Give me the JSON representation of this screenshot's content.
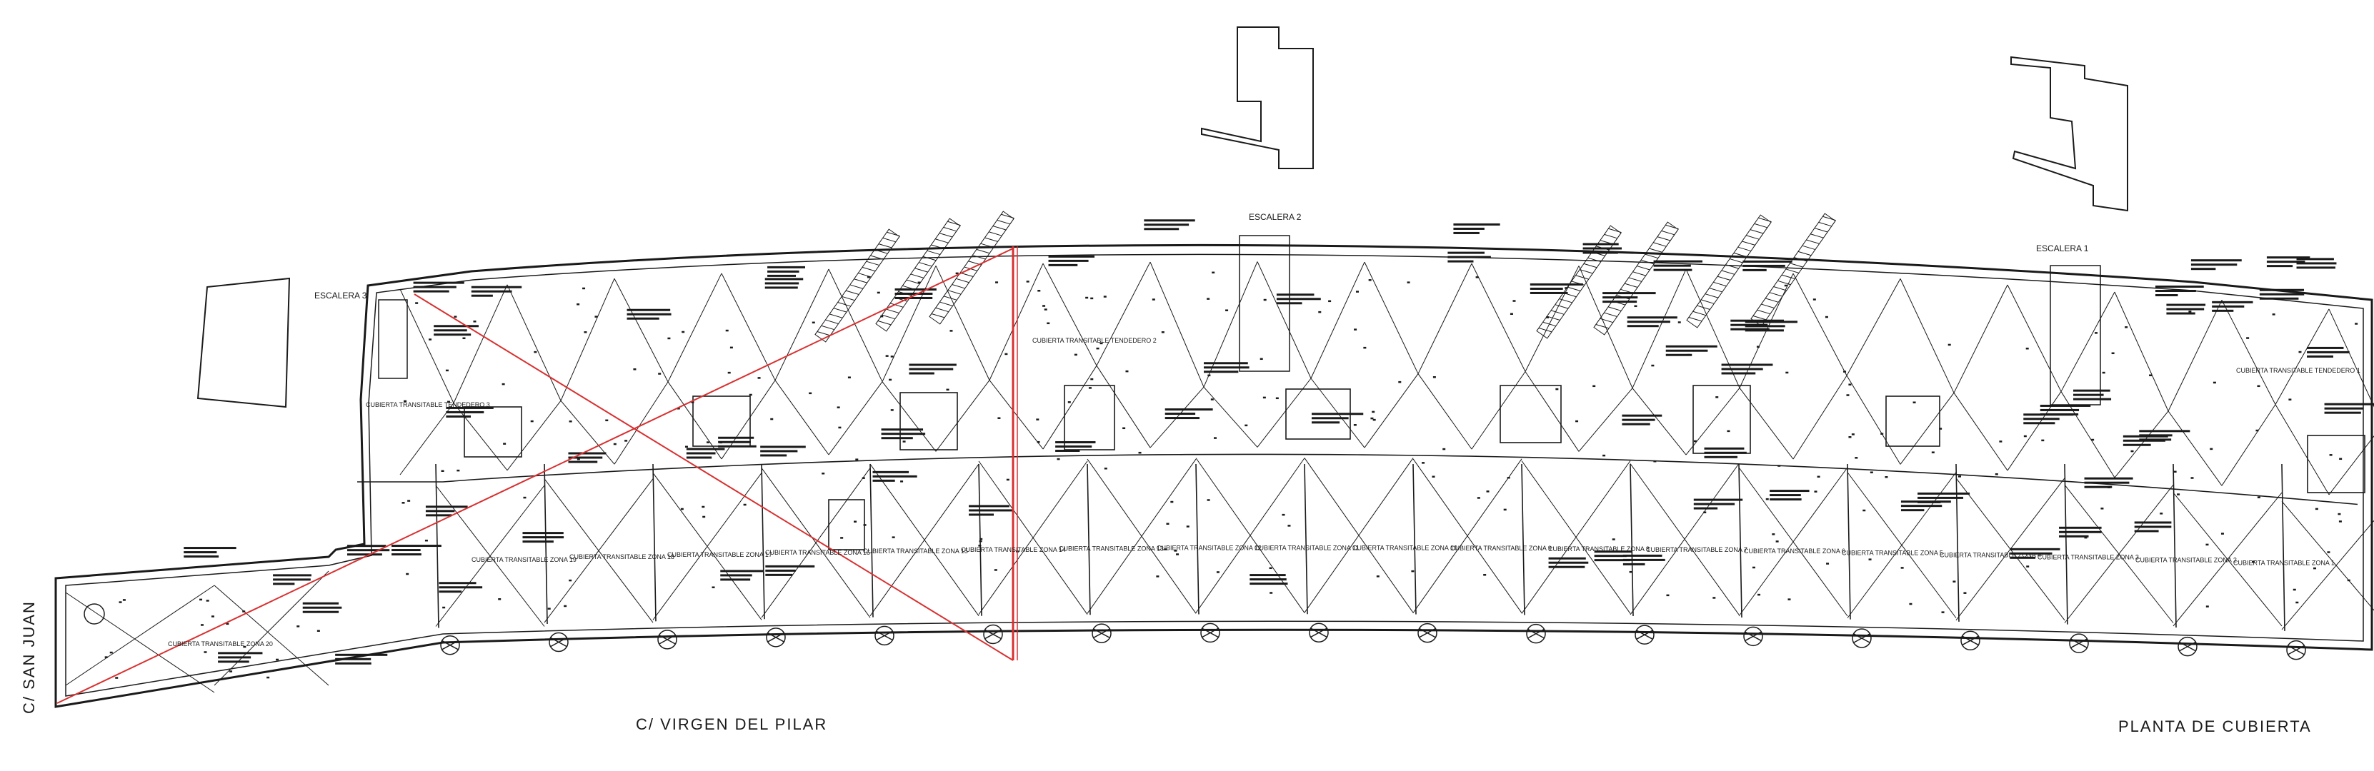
{
  "streets": {
    "bottom": "C/ VIRGEN DEL PILAR",
    "left": "C/ SAN JUAN"
  },
  "title": "PLANTA DE CUBIERTA",
  "stairs": [
    "ESCALERA 3",
    "ESCALERA 2",
    "ESCALERA 1"
  ],
  "zones_top": [
    "CUBIERTA TRANSITABLE TENDEDERO 3",
    "CUBIERTA TRANSITABLE TENDEDERO 2",
    "CUBIERTA TRANSITABLE TENDEDERO 1"
  ],
  "zones_bottom": [
    "CUBIERTA TRANSITABLE ZONA 20",
    "CUBIERTA TRANSITABLE ZONA 19",
    "CUBIERTA TRANSITABLE ZONA 18",
    "CUBIERTA TRANSITABLE ZONA 17",
    "CUBIERTA TRANSITABLE ZONA 16",
    "CUBIERTA TRANSITABLE ZONA 15",
    "CUBIERTA TRANSITABLE ZONA 14",
    "CUBIERTA TRANSITABLE ZONA 13",
    "CUBIERTA TRANSITABLE ZONA 12",
    "CUBIERTA TRANSITABLE ZONA 11",
    "CUBIERTA TRANSITABLE ZONA 10",
    "CUBIERTA TRANSITABLE ZONA 9",
    "CUBIERTA TRANSITABLE ZONA 8",
    "CUBIERTA TRANSITABLE ZONA 7",
    "CUBIERTA TRANSITABLE ZONA 6",
    "CUBIERTA TRANSITABLE ZONA 5",
    "CUBIERTA TRANSITABLE ZONA 4",
    "CUBIERTA TRANSITABLE ZONA 3",
    "CUBIERTA TRANSITABLE ZONA 2",
    "CUBIERTA TRANSITABLE ZONA 1"
  ],
  "colors": {
    "line": "#1a1a1a",
    "accent": "#d93030"
  }
}
